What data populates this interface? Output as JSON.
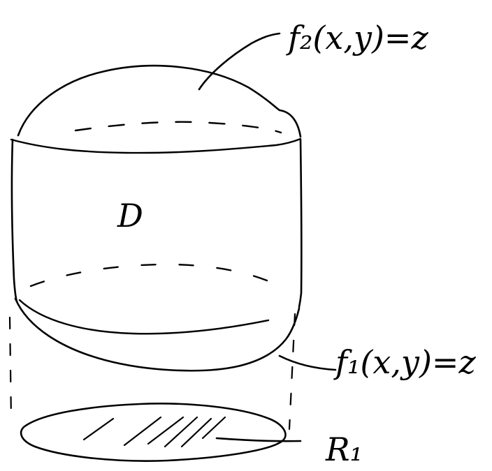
{
  "labels": {
    "top_surface": "f₂(x,y)=z",
    "bottom_surface": "f₁(x,y)=z",
    "solid": "D",
    "region": "R₁"
  },
  "colors": {
    "ink": "#000000",
    "background": "#ffffff"
  }
}
